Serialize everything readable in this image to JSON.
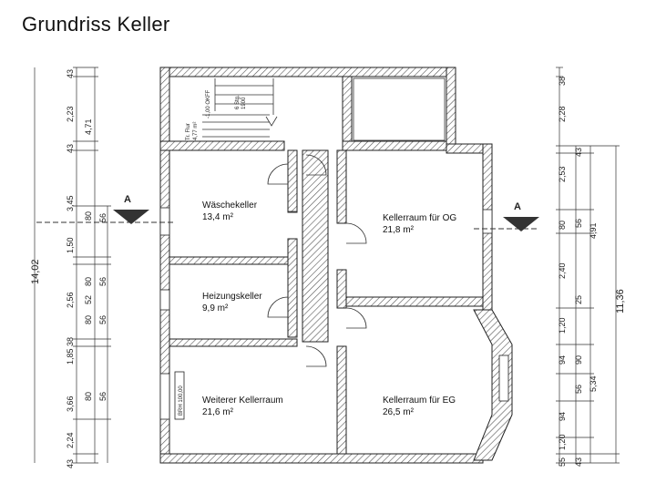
{
  "title": "Grundriss  Keller",
  "colors": {
    "wall_hatch": "#555555",
    "line": "#222222",
    "section": "#333333"
  },
  "rooms": [
    {
      "name": "Wäschekeller",
      "area": "13,4 m²"
    },
    {
      "name": "Heizungskeller",
      "area": "9,9 m²"
    },
    {
      "name": "Weiterer Kellerraum",
      "area": "21,6 m²"
    },
    {
      "name": "Kellerraum für OG",
      "area": "21,8 m²"
    },
    {
      "name": "Kellerraum für EG",
      "area": "26,5 m²"
    }
  ],
  "section_marker": "A",
  "stair_notes": [
    "Tr. Flur",
    "4,77 m²",
    "-1,00 OKFF",
    "6 Stg.",
    "1900"
  ],
  "window_note": "BRH 100,00",
  "left_dims": {
    "outer": [
      "43",
      "2,23",
      "43",
      "3,45",
      "1,50",
      "2,56",
      "38",
      "1,85",
      "3,66",
      "2,24",
      "43"
    ],
    "middle": [
      "4,71",
      "80",
      "80",
      "52",
      "80",
      "80"
    ],
    "inner": [
      "56",
      "56",
      "56",
      "56"
    ],
    "total": "14,02"
  },
  "right_dims": {
    "outer": [
      "38",
      "2,28",
      "2,53",
      "80",
      "2,40",
      "1,20",
      "94",
      "94",
      "1,20",
      "55"
    ],
    "middle": [
      "43",
      "56",
      "25",
      "90",
      "56",
      "43"
    ],
    "inner": [
      "4,91",
      "5,34"
    ],
    "total": "11,36"
  }
}
